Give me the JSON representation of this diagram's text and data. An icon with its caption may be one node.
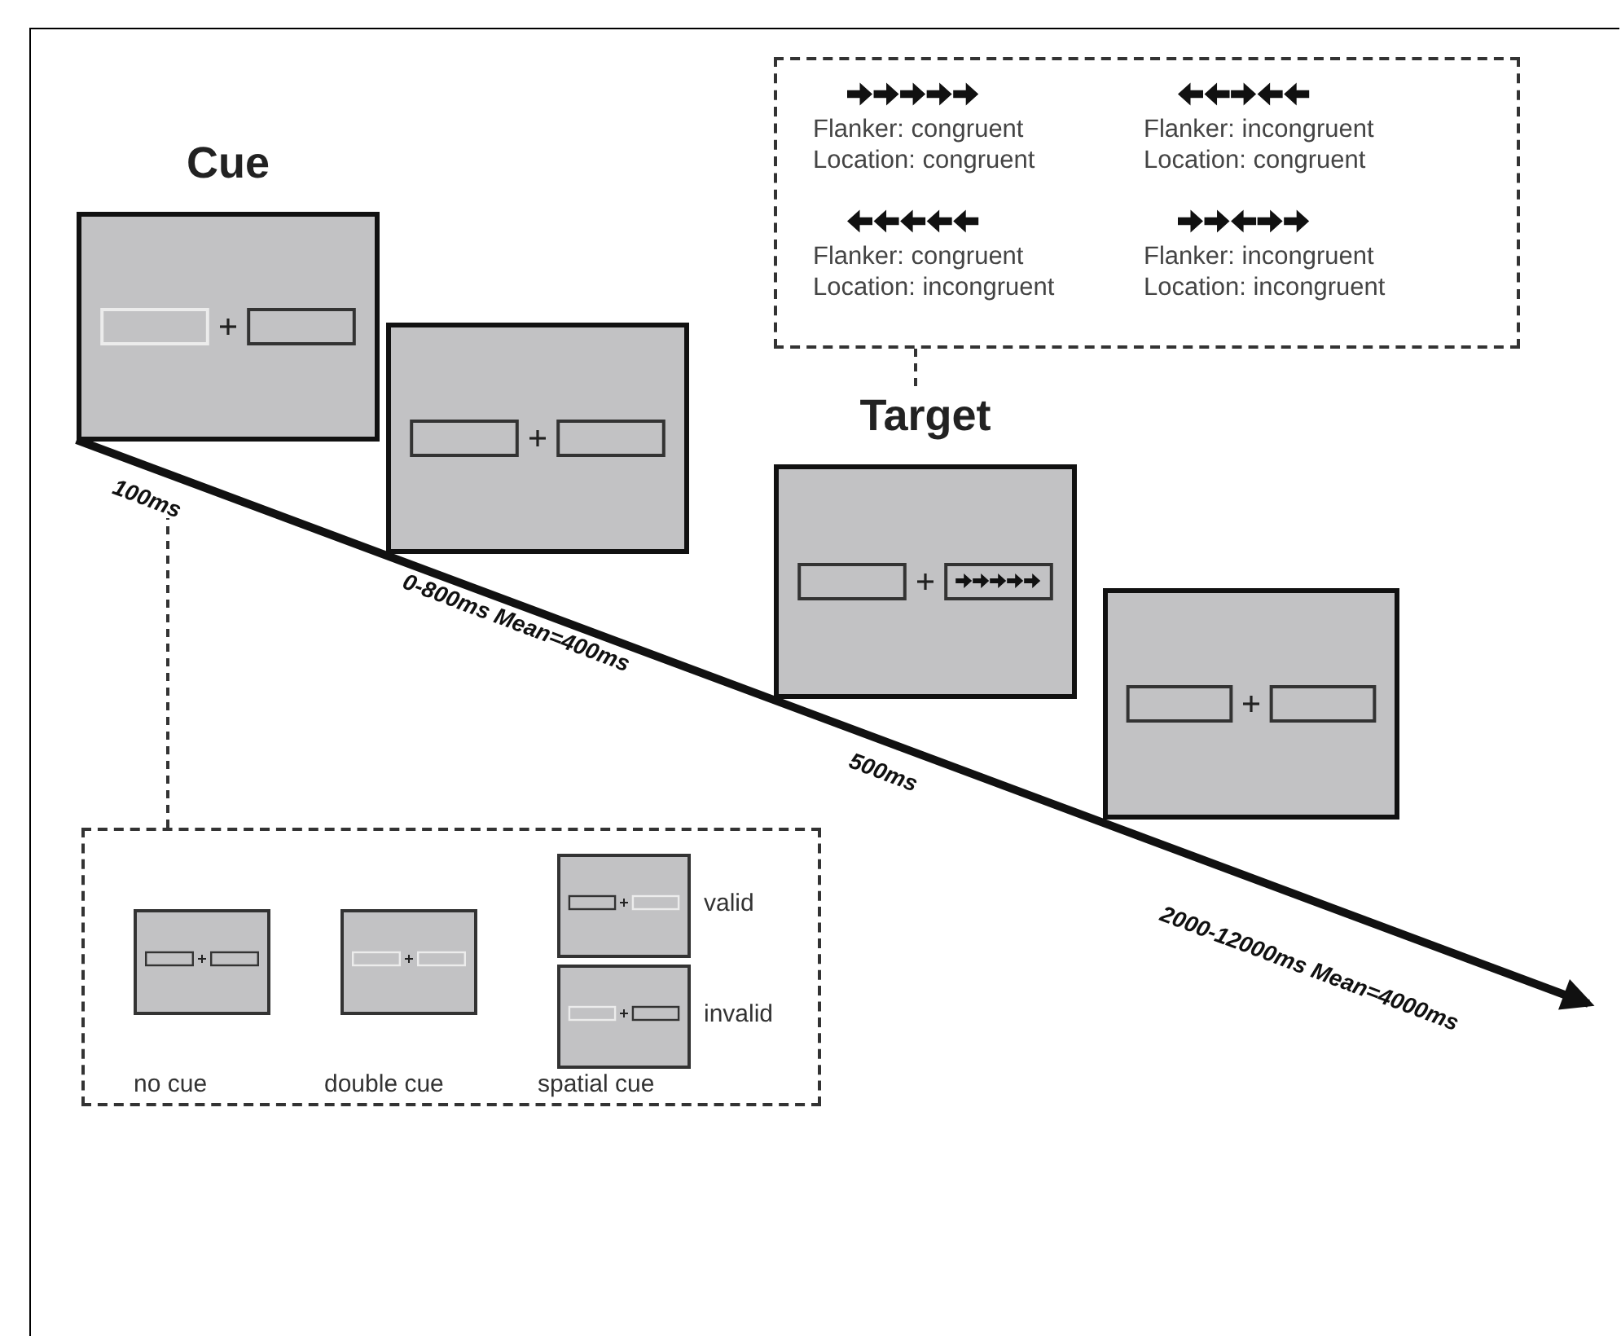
{
  "diagram": {
    "nodes": [
      {
        "text": [
          "Cue"
        ],
        "beside": [
          "100ms"
        ]
      },
      {
        "text": [],
        "shape": "box",
        "beside": [
          "0-800ms Mean=400ms"
        ]
      },
      {
        "text": [
          "Target"
        ],
        "beside": [
          "500ms"
        ]
      },
      {
        "text": [],
        "shape": "box",
        "beside": [
          "2000-12000ms Mean=4000ms"
        ]
      },
      {
        "text": [
          "Flanker: congruent Location: congruent",
          "Flanker: incongruent Location: congruent",
          "Flanker: congruent Location: incongruent",
          "Flanker: incongruent Location: incongruent"
        ]
      },
      {
        "text": [],
        "shape": "box"
      },
      {
        "text": [],
        "shape": "box",
        "in": 5,
        "beside": [
          "no cue"
        ]
      },
      {
        "text": [],
        "shape": "box",
        "in": 5,
        "beside": [
          "double cue"
        ]
      },
      {
        "text": [],
        "shape": "box",
        "in": 5,
        "beside": [
          "valid"
        ]
      },
      {
        "text": [],
        "shape": "box",
        "in": 5,
        "beside": [
          "invalid"
        ]
      }
    ],
    "edges": [
      {
        "from": 4,
        "to": 2,
        "arrow": "none",
        "style": "dashed"
      },
      {
        "from": 5,
        "to": 0,
        "arrow": "none",
        "style": "dashed"
      }
    ],
    "labels": [
      "spatial cue"
    ]
  }
}
